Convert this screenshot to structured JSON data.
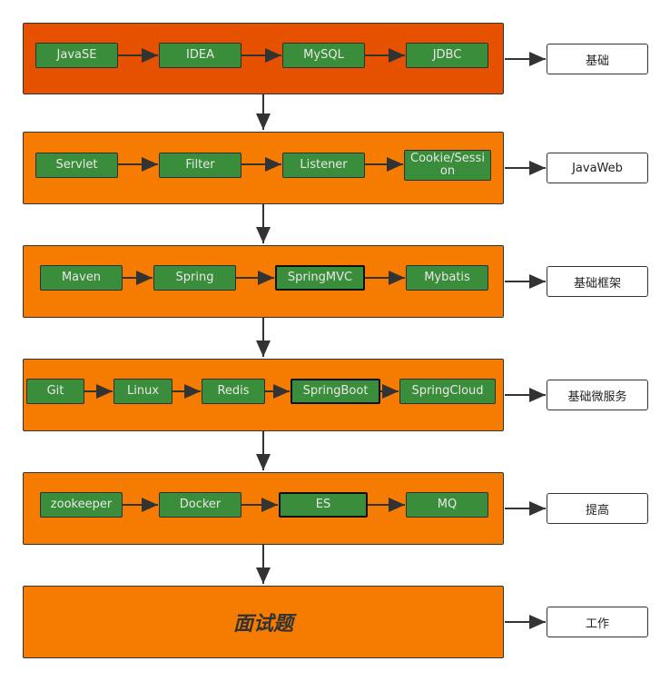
{
  "colors": {
    "stage1": "#e65100",
    "stage": "#f57c00",
    "node": "#3a8d3a"
  },
  "stages": [
    {
      "label": "基础",
      "nodes": [
        "JavaSE",
        "IDEA",
        "MySQL",
        "JDBC"
      ]
    },
    {
      "label": "JavaWeb",
      "nodes": [
        "Servlet",
        "Filter",
        "Listener",
        "Cookie/Session"
      ]
    },
    {
      "label": "基础框架",
      "nodes": [
        "Maven",
        "Spring",
        "SpringMVC",
        "Mybatis"
      ]
    },
    {
      "label": "基础微服务",
      "nodes": [
        "Git",
        "Linux",
        "Redis",
        "SpringBoot",
        "SpringCloud"
      ]
    },
    {
      "label": "提高",
      "nodes": [
        "zookeeper",
        "Docker",
        "ES",
        "MQ"
      ]
    },
    {
      "label": "工作",
      "title": "面试题"
    }
  ]
}
